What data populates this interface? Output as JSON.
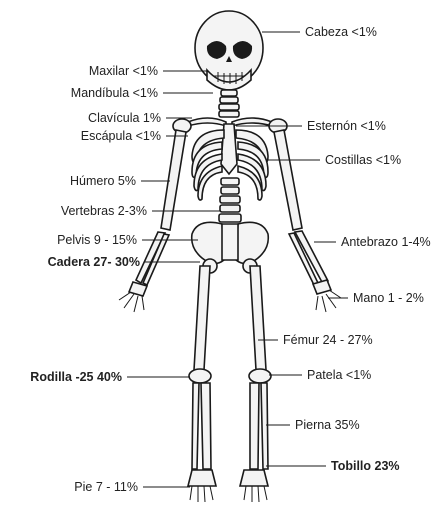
{
  "labels": {
    "cabeza": "Cabeza <1%",
    "maxilar": "Maxilar <1%",
    "mandibula": "Mandíbula <1%",
    "clavicula": "Clavícula 1%",
    "escapula": "Escápula <1%",
    "esternon": "Esternón <1%",
    "costillas": "Costillas <1%",
    "humero": "Húmero 5%",
    "vertebras": "Vertebras 2-3%",
    "pelvis": "Pelvis 9 - 15%",
    "cadera": "Cadera 27- 30%",
    "antebrazo": "Antebrazo 1-4%",
    "mano": "Mano 1 - 2%",
    "femur": "Fémur 24 - 27%",
    "rodilla": "Rodilla -25  40%",
    "patela": "Patela <1%",
    "pierna": "Pierna 35%",
    "tobillo": "Tobillo 23%",
    "pie": "Pie 7 - 11%"
  },
  "colors": {
    "ink": "#1a1a1a",
    "bone": "#f4f4f4"
  }
}
